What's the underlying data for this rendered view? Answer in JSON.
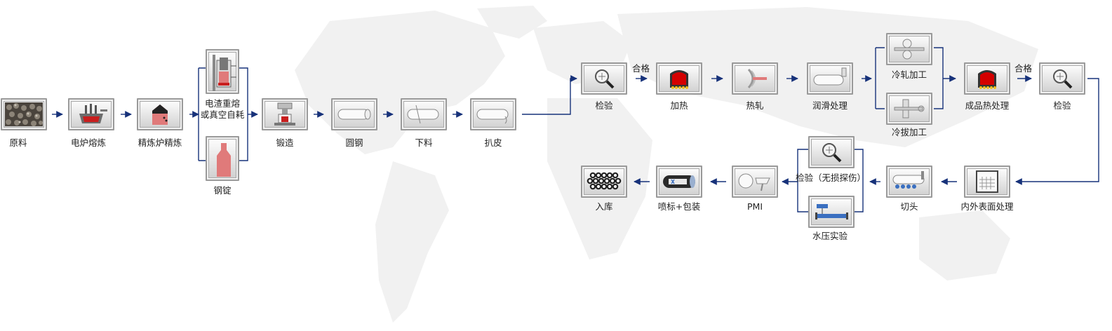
{
  "colors": {
    "connector": "#17327a",
    "accent_red": "#c81e1e",
    "map_gray": "#f2f2f2"
  },
  "steps": {
    "raw": {
      "label": "原料",
      "icon": "ore-pile-icon"
    },
    "eaf": {
      "label": "电炉熔炼",
      "icon": "electric-furnace-icon"
    },
    "refine": {
      "label": "精炼炉精炼",
      "icon": "ladle-furnace-icon"
    },
    "esr": {
      "label_1": "电渣重熔",
      "label_2": "或真空自耗",
      "icon": "remelting-furnace-icon"
    },
    "ingot": {
      "label": "钢锭",
      "icon": "ingot-icon"
    },
    "forge": {
      "label": "锻造",
      "icon": "forging-press-icon"
    },
    "round": {
      "label": "圆钢",
      "icon": "round-bar-icon"
    },
    "cut": {
      "label": "下料",
      "icon": "cut-bar-icon"
    },
    "peel": {
      "label": "扒皮",
      "icon": "peeled-bar-icon"
    },
    "inspect1": {
      "label": "检验",
      "icon": "magnifier-icon"
    },
    "heat": {
      "label": "加热",
      "icon": "heating-furnace-icon"
    },
    "hotroll": {
      "label": "热轧",
      "icon": "piercing-roll-icon"
    },
    "lube": {
      "label": "润滑处理",
      "icon": "lubrication-icon"
    },
    "coldroll": {
      "label": "冷轧加工",
      "icon": "cold-rolling-icon"
    },
    "colddraw": {
      "label": "冷拔加工",
      "icon": "cold-drawing-icon"
    },
    "finheat": {
      "label": "成品热处理",
      "icon": "heat-treatment-furnace-icon"
    },
    "inspect2": {
      "label": "检验",
      "icon": "magnifier-icon"
    },
    "surface": {
      "label": "内外表面处理",
      "icon": "surface-treatment-icon"
    },
    "cuthead": {
      "label": "切头",
      "icon": "pipe-cutting-icon"
    },
    "ndt": {
      "label": "检验（无损探伤）",
      "icon": "magnifier-icon"
    },
    "hydro": {
      "label": "水压实验",
      "icon": "hydro-test-icon"
    },
    "pmi": {
      "label": "PMI",
      "icon": "pmi-analyzer-icon"
    },
    "mark": {
      "label": "喷标+包装",
      "icon": "marked-pipe-icon"
    },
    "store": {
      "label": "入库",
      "icon": "pipe-bundle-icon"
    }
  },
  "conditions": {
    "pass1": "合格",
    "pass2": "合格"
  }
}
